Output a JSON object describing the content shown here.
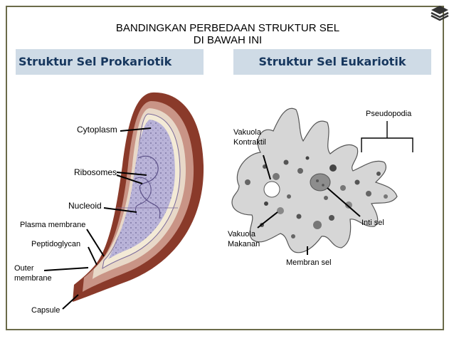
{
  "title": {
    "line1": "BANDINGKAN PERBEDAAN STRUKTUR SEL",
    "line2": "DI BAWAH INI"
  },
  "headers": {
    "left": "Struktur Sel Prokariotik",
    "right": "Struktur Sel Eukariotik"
  },
  "prokaryote": {
    "labels": {
      "cytoplasm": "Cytoplasm",
      "ribosomes": "Ribosomes",
      "nucleoid": "Nucleoid",
      "plasma_membrane": "Plasma membrane",
      "peptidoglycan": "Peptidoglycan",
      "outer_membrane_1": "Outer",
      "outer_membrane_2": "membrane",
      "capsule": "Capsule"
    }
  },
  "eukaryote": {
    "labels": {
      "vakuola_kontraktil_1": "Vakuola",
      "vakuola_kontraktil_2": "Kontraktil",
      "pseudopodia": "Pseudopodia",
      "inti_sel": "Inti sel",
      "vakuola_makanan_1": "Vakuola",
      "vakuola_makanan_2": "Makanan",
      "membran_sel": "Membran sel"
    }
  },
  "colors": {
    "frame": "#6b6b4a",
    "header_bg": "#cfdbe6",
    "header_text": "#17375e",
    "capsule": "#8a3a2a",
    "cytoplasm": "#b9b3d8"
  }
}
